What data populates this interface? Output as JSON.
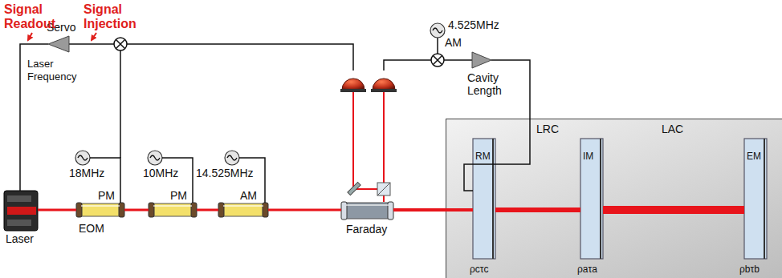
{
  "diagram": {
    "nodes": [
      {
        "text": [
          "Laser"
        ]
      },
      {
        "text": [
          "PM",
          "EOM"
        ]
      },
      {
        "text": [
          "PM"
        ]
      },
      {
        "text": [
          "AM"
        ]
      },
      {
        "text": [
          "18MHz"
        ]
      },
      {
        "text": [
          "10MHz"
        ]
      },
      {
        "text": [
          "14.525MHz"
        ]
      },
      {
        "text": [
          "Faraday"
        ]
      },
      {
        "text": [
          "Servo"
        ]
      },
      {
        "text": [
          "4.525MHz",
          "AM"
        ]
      },
      {
        "text": [
          "Cavity Length"
        ]
      },
      {
        "text": [
          "LRC",
          "LAC"
        ]
      },
      {
        "text": [
          "RM",
          "ρcτc"
        ],
        "in": 11
      },
      {
        "text": [
          "IM",
          "ρaτa"
        ],
        "in": 11
      },
      {
        "text": [
          "EM",
          "ρbτb"
        ],
        "in": 11
      }
    ],
    "edges": [
      {
        "from": 8,
        "to": 0,
        "arrow": "none"
      },
      {
        "from": 4,
        "to": 1,
        "arrow": "none"
      },
      {
        "from": 5,
        "to": 2,
        "arrow": "none"
      },
      {
        "from": 6,
        "to": 3,
        "arrow": "none"
      },
      {
        "from": 0,
        "to": 1,
        "arrow": "none"
      },
      {
        "from": 1,
        "to": 2,
        "arrow": "none"
      },
      {
        "from": 2,
        "to": 3,
        "arrow": "none"
      },
      {
        "from": 3,
        "to": 7,
        "arrow": "none"
      },
      {
        "from": 7,
        "to": 12,
        "arrow": "none"
      },
      {
        "from": 12,
        "to": 13,
        "arrow": "none"
      },
      {
        "from": 13,
        "to": 14,
        "arrow": "none"
      },
      {
        "from": 10,
        "to": 12,
        "arrow": "none"
      }
    ],
    "labels": [
      "Signal Readout",
      "Signal Injection",
      "Laser Frequency"
    ]
  }
}
